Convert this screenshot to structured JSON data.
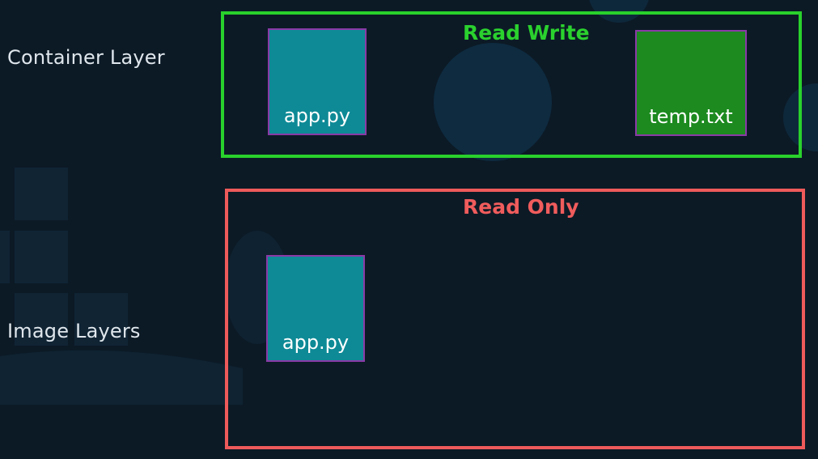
{
  "labels": {
    "container_layer": "Container Layer",
    "image_layers": "Image Layers"
  },
  "read_write": {
    "title": "Read Write",
    "border_color": "#29d12c",
    "files": [
      {
        "name": "app.py",
        "color": "#0e8a96"
      },
      {
        "name": "temp.txt",
        "color": "#1c8a1f"
      }
    ]
  },
  "read_only": {
    "title": "Read Only",
    "border_color": "#ee5a5a",
    "files": [
      {
        "name": "app.py",
        "color": "#0e8a96"
      }
    ]
  },
  "colors": {
    "background": "#0c1a26",
    "label_text": "#dfe6ec",
    "file_border": "#8a3aa6"
  }
}
